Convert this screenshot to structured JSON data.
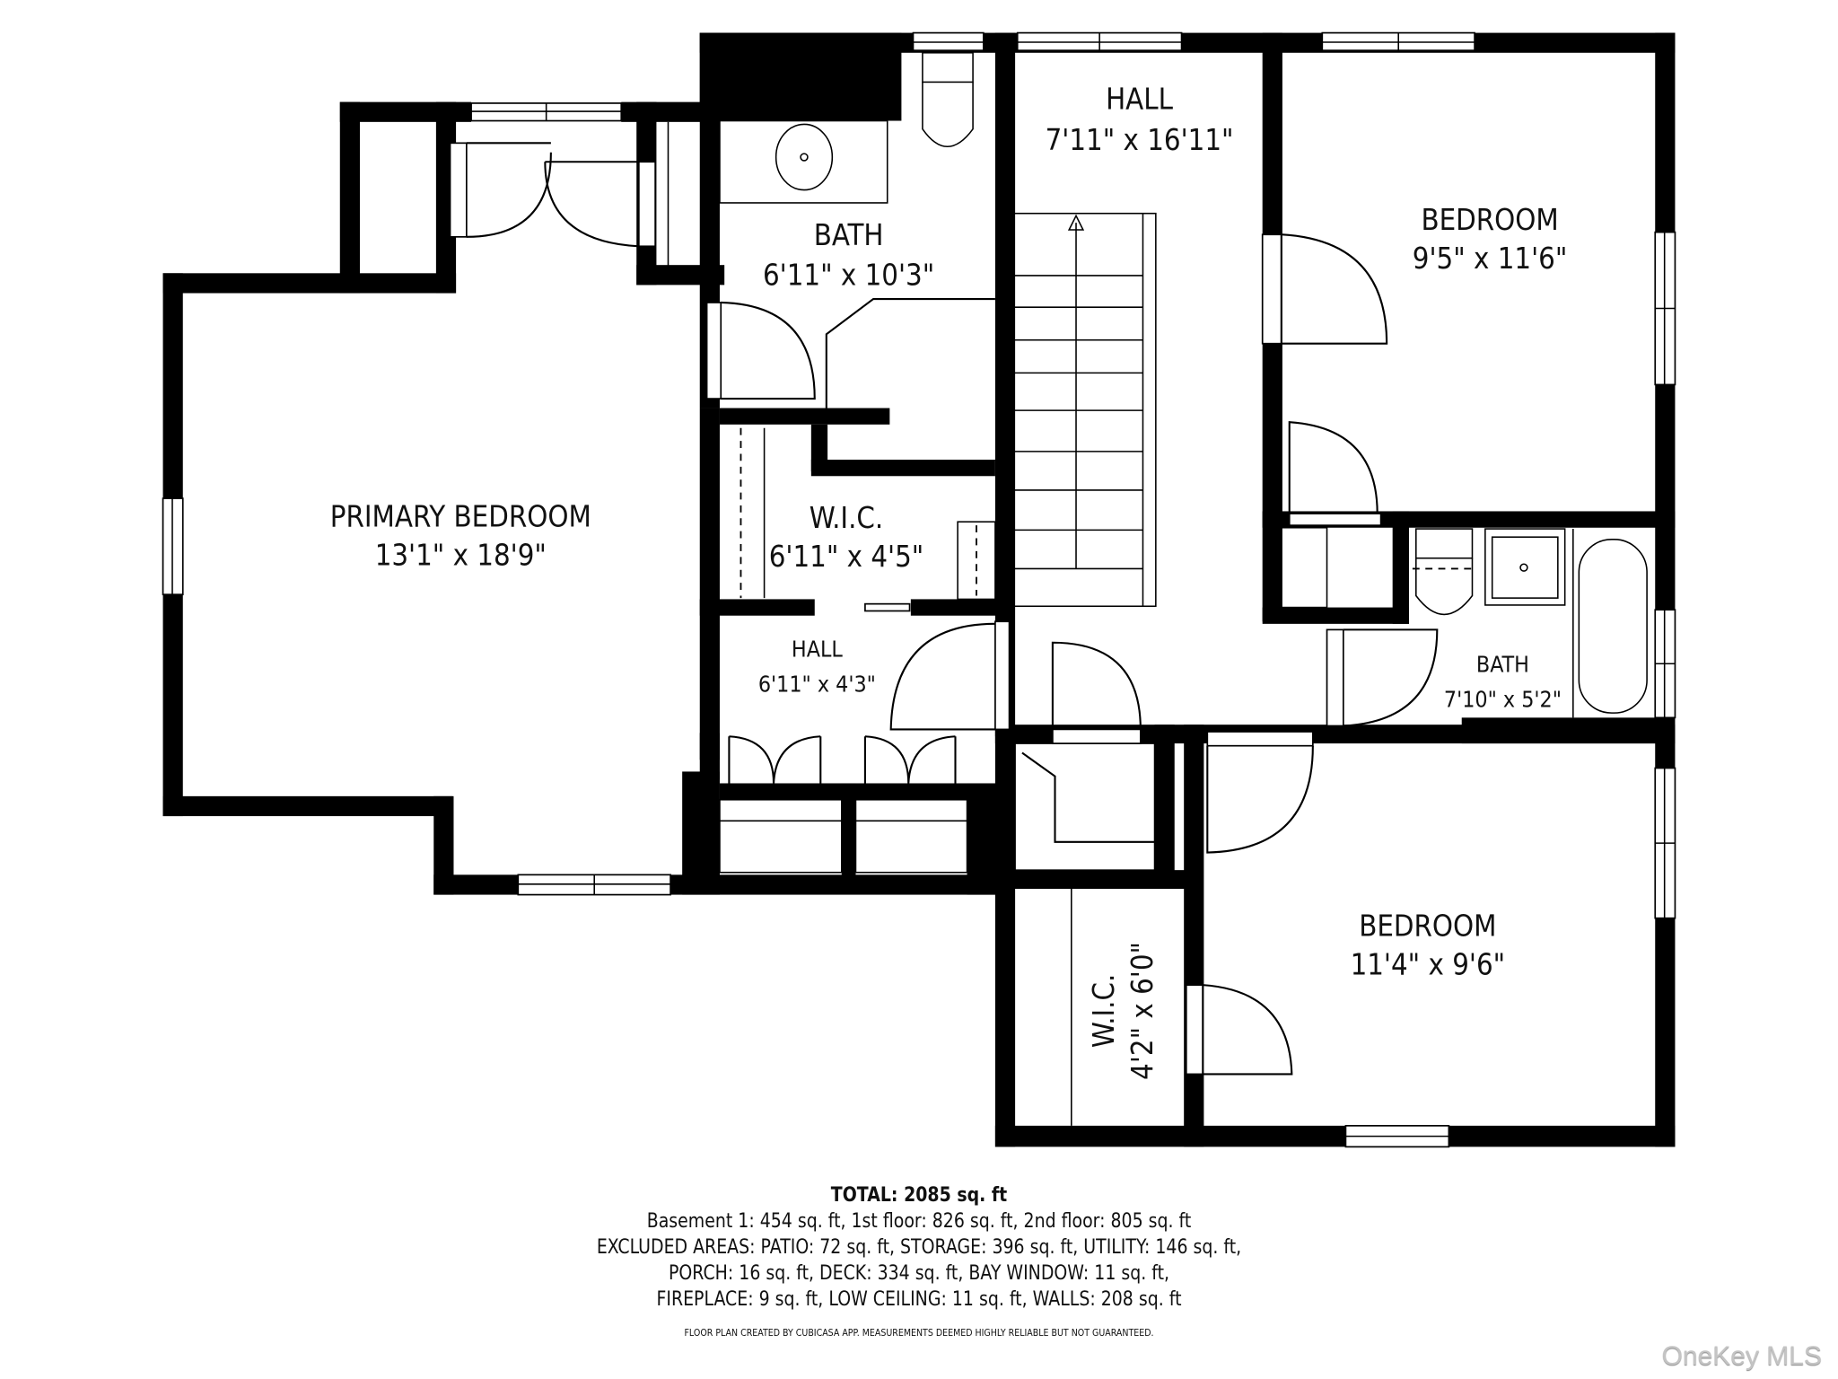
{
  "floor_plan": {
    "rooms": [
      {
        "id": "primary-bedroom",
        "name": "PRIMARY BEDROOM",
        "size": "13'1\" x 18'9\""
      },
      {
        "id": "bath-main",
        "name": "BATH",
        "size": "6'11\" x 10'3\""
      },
      {
        "id": "hall-main",
        "name": "HALL",
        "size": "7'11\" x 16'11\""
      },
      {
        "id": "bedroom-ne",
        "name": "BEDROOM",
        "size": "9'5\" x 11'6\""
      },
      {
        "id": "wic-primary",
        "name": "W.I.C.",
        "size": "6'11\" x 4'5\""
      },
      {
        "id": "hall-small",
        "name": "HALL",
        "size": "6'11\" x 4'3\""
      },
      {
        "id": "bath-small",
        "name": "BATH",
        "size": "7'10\" x 5'2\""
      },
      {
        "id": "bedroom-se",
        "name": "BEDROOM",
        "size": "11'4\" x 9'6\""
      },
      {
        "id": "wic-se",
        "name": "W.I.C.",
        "size": "4'2\" x 6'0\""
      }
    ]
  },
  "summary": {
    "total": "TOTAL: 2085 sq. ft",
    "floors": "Basement 1: 454 sq. ft, 1st floor: 826 sq. ft, 2nd floor: 805 sq. ft",
    "excluded_1": "EXCLUDED AREAS: PATIO: 72 sq. ft, STORAGE: 396 sq. ft, UTILITY: 146 sq. ft,",
    "excluded_2": "PORCH: 16 sq. ft, DECK: 334 sq. ft, BAY WINDOW: 11 sq. ft,",
    "excluded_3": "FIREPLACE: 9 sq. ft, LOW CEILING: 11 sq. ft, WALLS: 208 sq. ft",
    "credit": "FLOOR PLAN CREATED BY CUBICASA APP. MEASUREMENTS DEEMED HIGHLY RELIABLE BUT NOT GUARANTEED."
  },
  "watermark": "OneKey MLS"
}
